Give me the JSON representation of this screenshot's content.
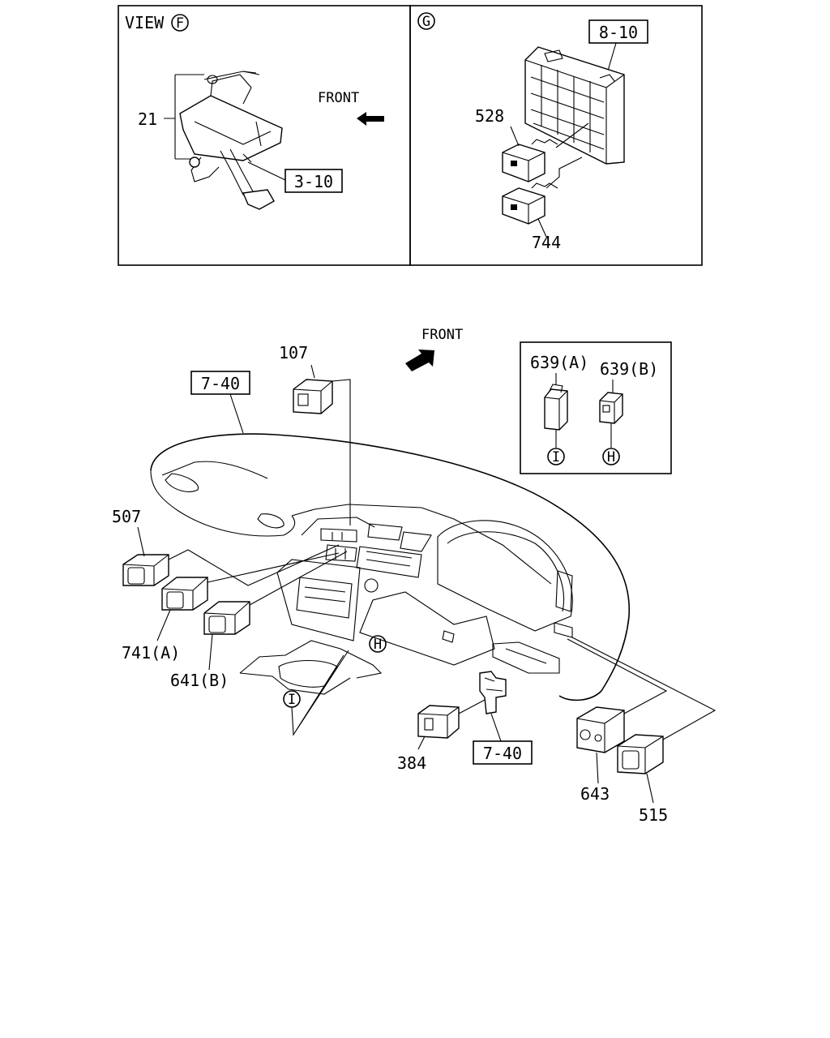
{
  "view_f": {
    "title": "VIEW",
    "circle": "F",
    "front": "FRONT",
    "part_21": "21",
    "ref_3_10": "3-10"
  },
  "view_g": {
    "circle": "G",
    "ref_8_10": "8-10",
    "part_528": "528",
    "part_744": "744"
  },
  "main": {
    "front": "FRONT",
    "part_107": "107",
    "ref_7_40_top": "7-40",
    "part_507": "507",
    "part_741a": "741(A)",
    "part_641b": "641(B)",
    "part_384": "384",
    "ref_7_40_bottom": "7-40",
    "part_643": "643",
    "part_515": "515",
    "circle_h": "H",
    "circle_i": "I"
  },
  "inset": {
    "part_639a": "639(A)",
    "part_639b": "639(B)",
    "circle_i": "I",
    "circle_h": "H"
  }
}
